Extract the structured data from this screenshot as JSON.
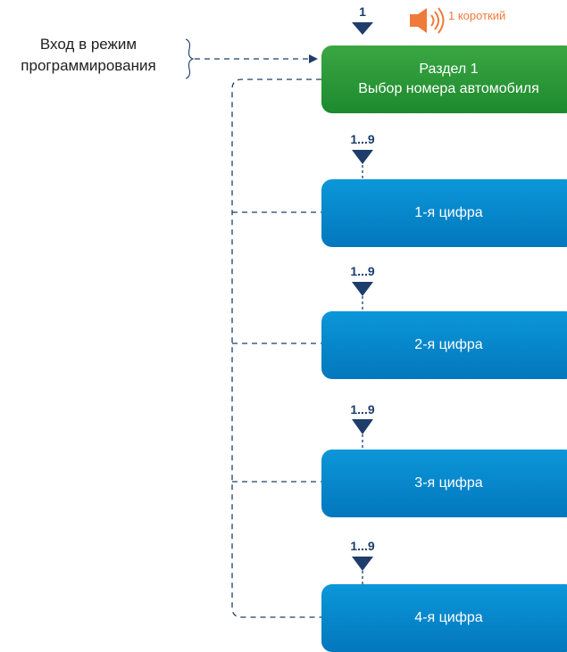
{
  "entry": {
    "line1": "Вход в режим",
    "line2": "программирования"
  },
  "header": {
    "step": "1",
    "beep": "1 короткий",
    "speaker_icon": "speaker-icon",
    "colors": {
      "arrow": "#1e3d6b",
      "beep": "#f07a3a"
    }
  },
  "section": {
    "line1": "Раздел 1",
    "line2": "Выбор номера автомобиля",
    "color": "#23902f"
  },
  "digits": [
    {
      "range": "1...9",
      "label": "1-я цифра"
    },
    {
      "range": "1...9",
      "label": "2-я цифра"
    },
    {
      "range": "1...9",
      "label": "3-я цифра"
    },
    {
      "range": "1...9",
      "label": "4-я цифра"
    }
  ],
  "colors": {
    "digit_box": "#0788cd",
    "connector": "#1e3d6b"
  }
}
